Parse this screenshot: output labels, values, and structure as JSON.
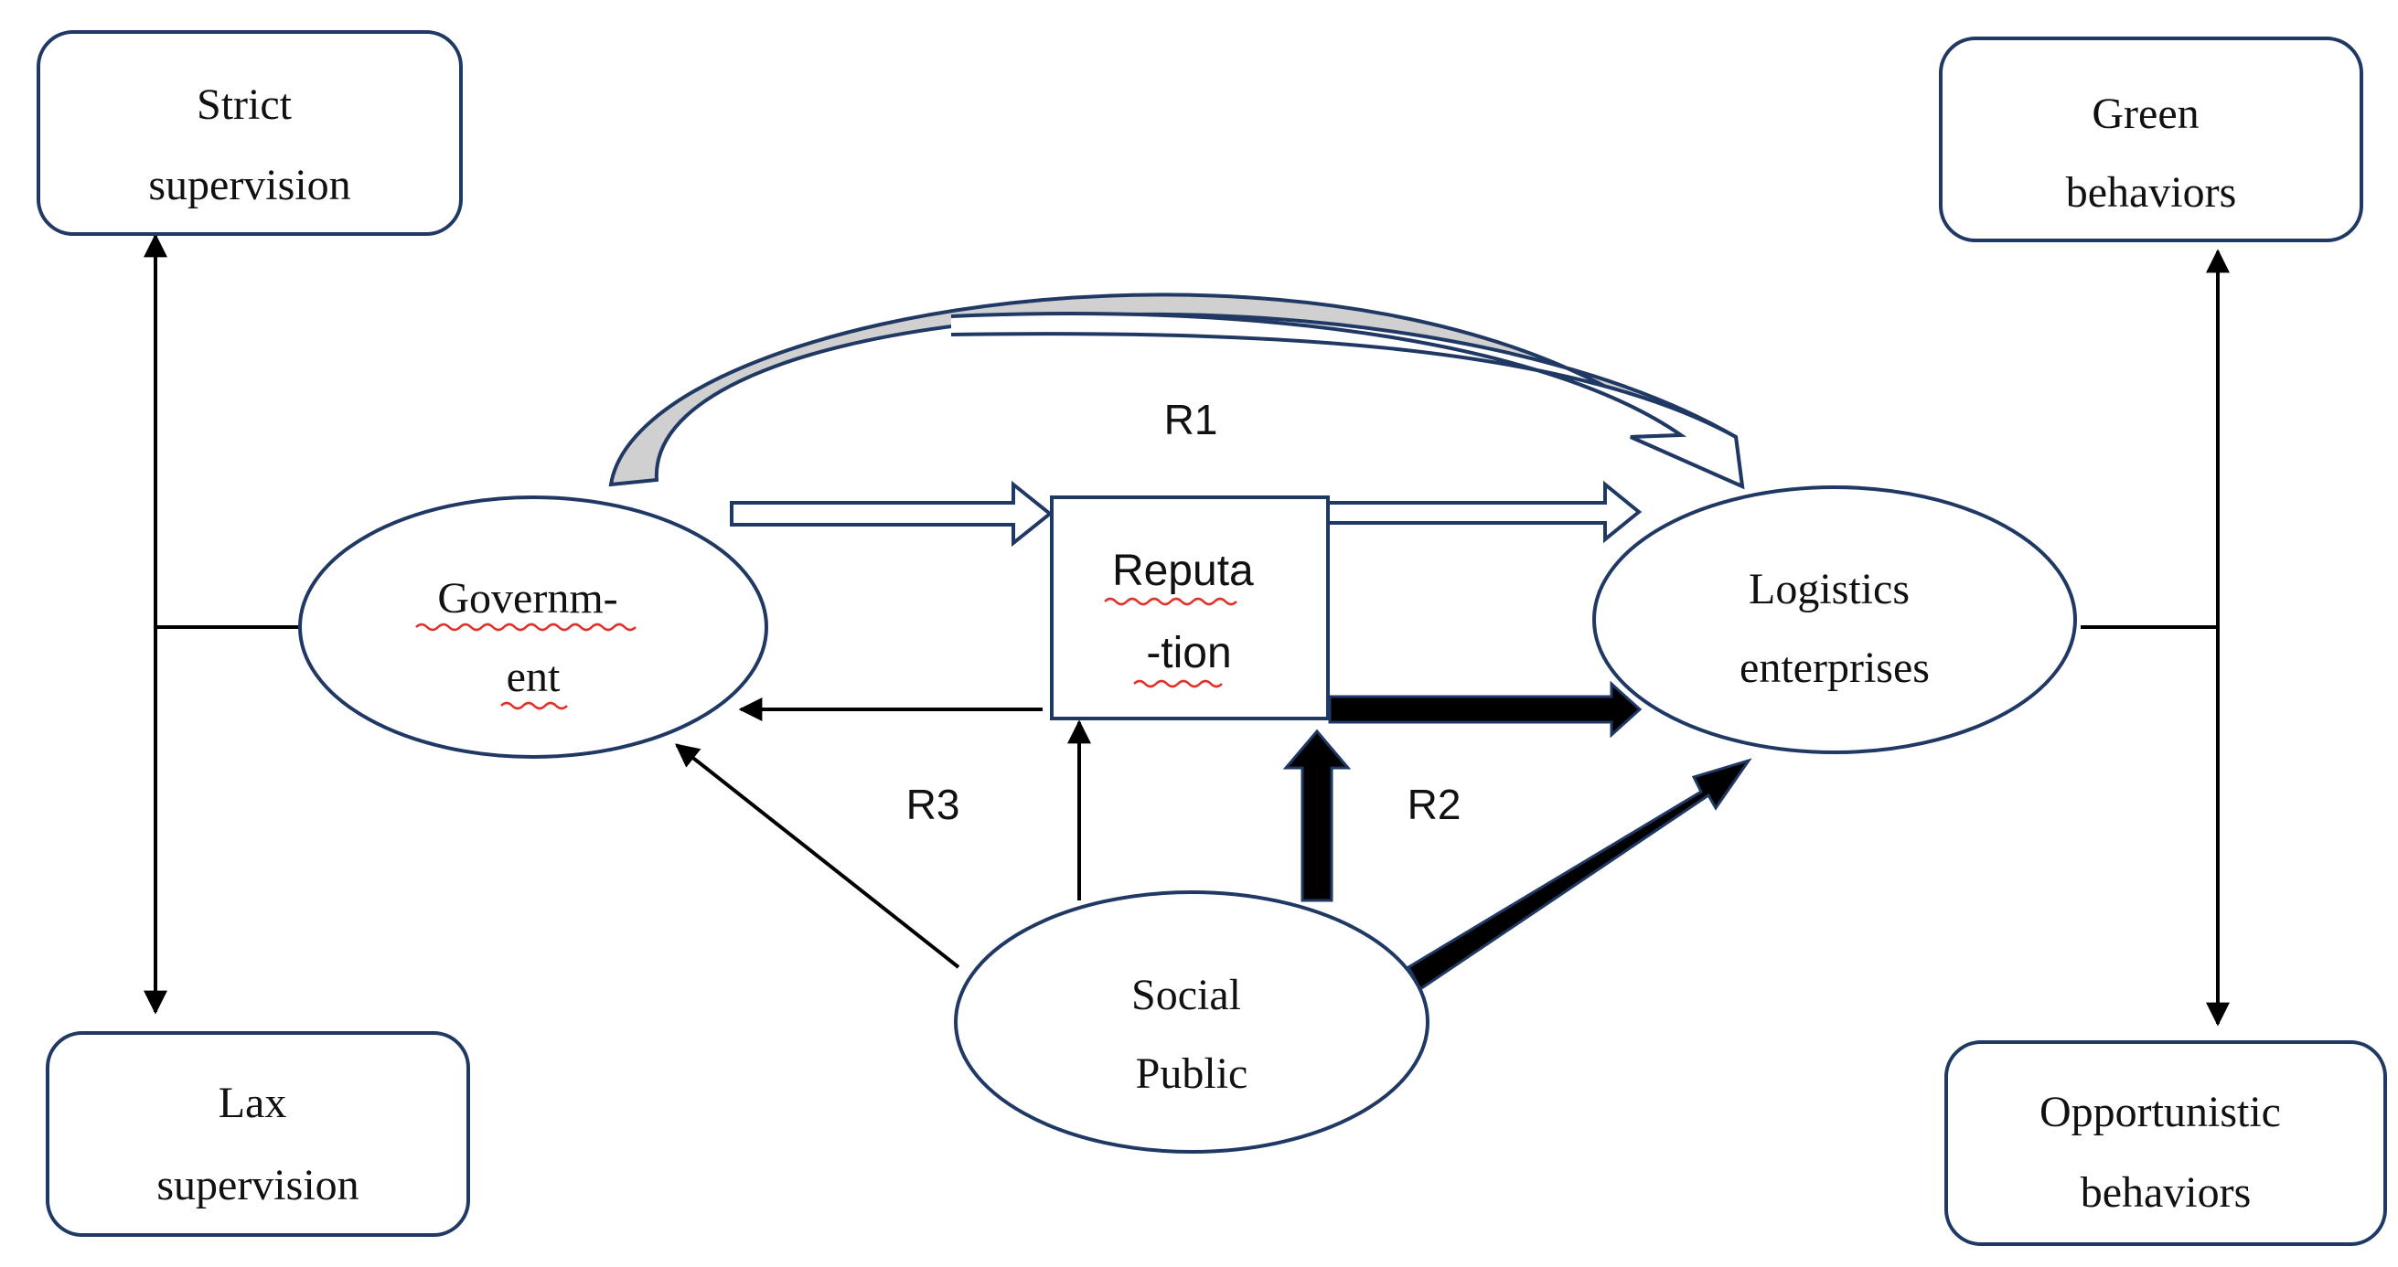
{
  "nodes": {
    "strict_supervision": [
      "Strict",
      "supervision"
    ],
    "lax_supervision": [
      "Lax",
      "supervision"
    ],
    "green_behaviors": [
      "Green",
      "behaviors"
    ],
    "opportunistic_behaviors": [
      "Opportunistic",
      "behaviors"
    ],
    "government": [
      "Governm-",
      "ent"
    ],
    "reputation": [
      "Reputa",
      "-tion"
    ],
    "logistics_enterprises": [
      "Logistics",
      "enterprises"
    ],
    "social_public": [
      "Social",
      "Public"
    ]
  },
  "loops": {
    "r1": "R1",
    "r2": "R2",
    "r3": "R3"
  },
  "colors": {
    "stroke": "#1f3864",
    "arrow": "#000000",
    "curved_arrow_fill": "#d0d0d0",
    "spellcheck": "#e0302a"
  }
}
